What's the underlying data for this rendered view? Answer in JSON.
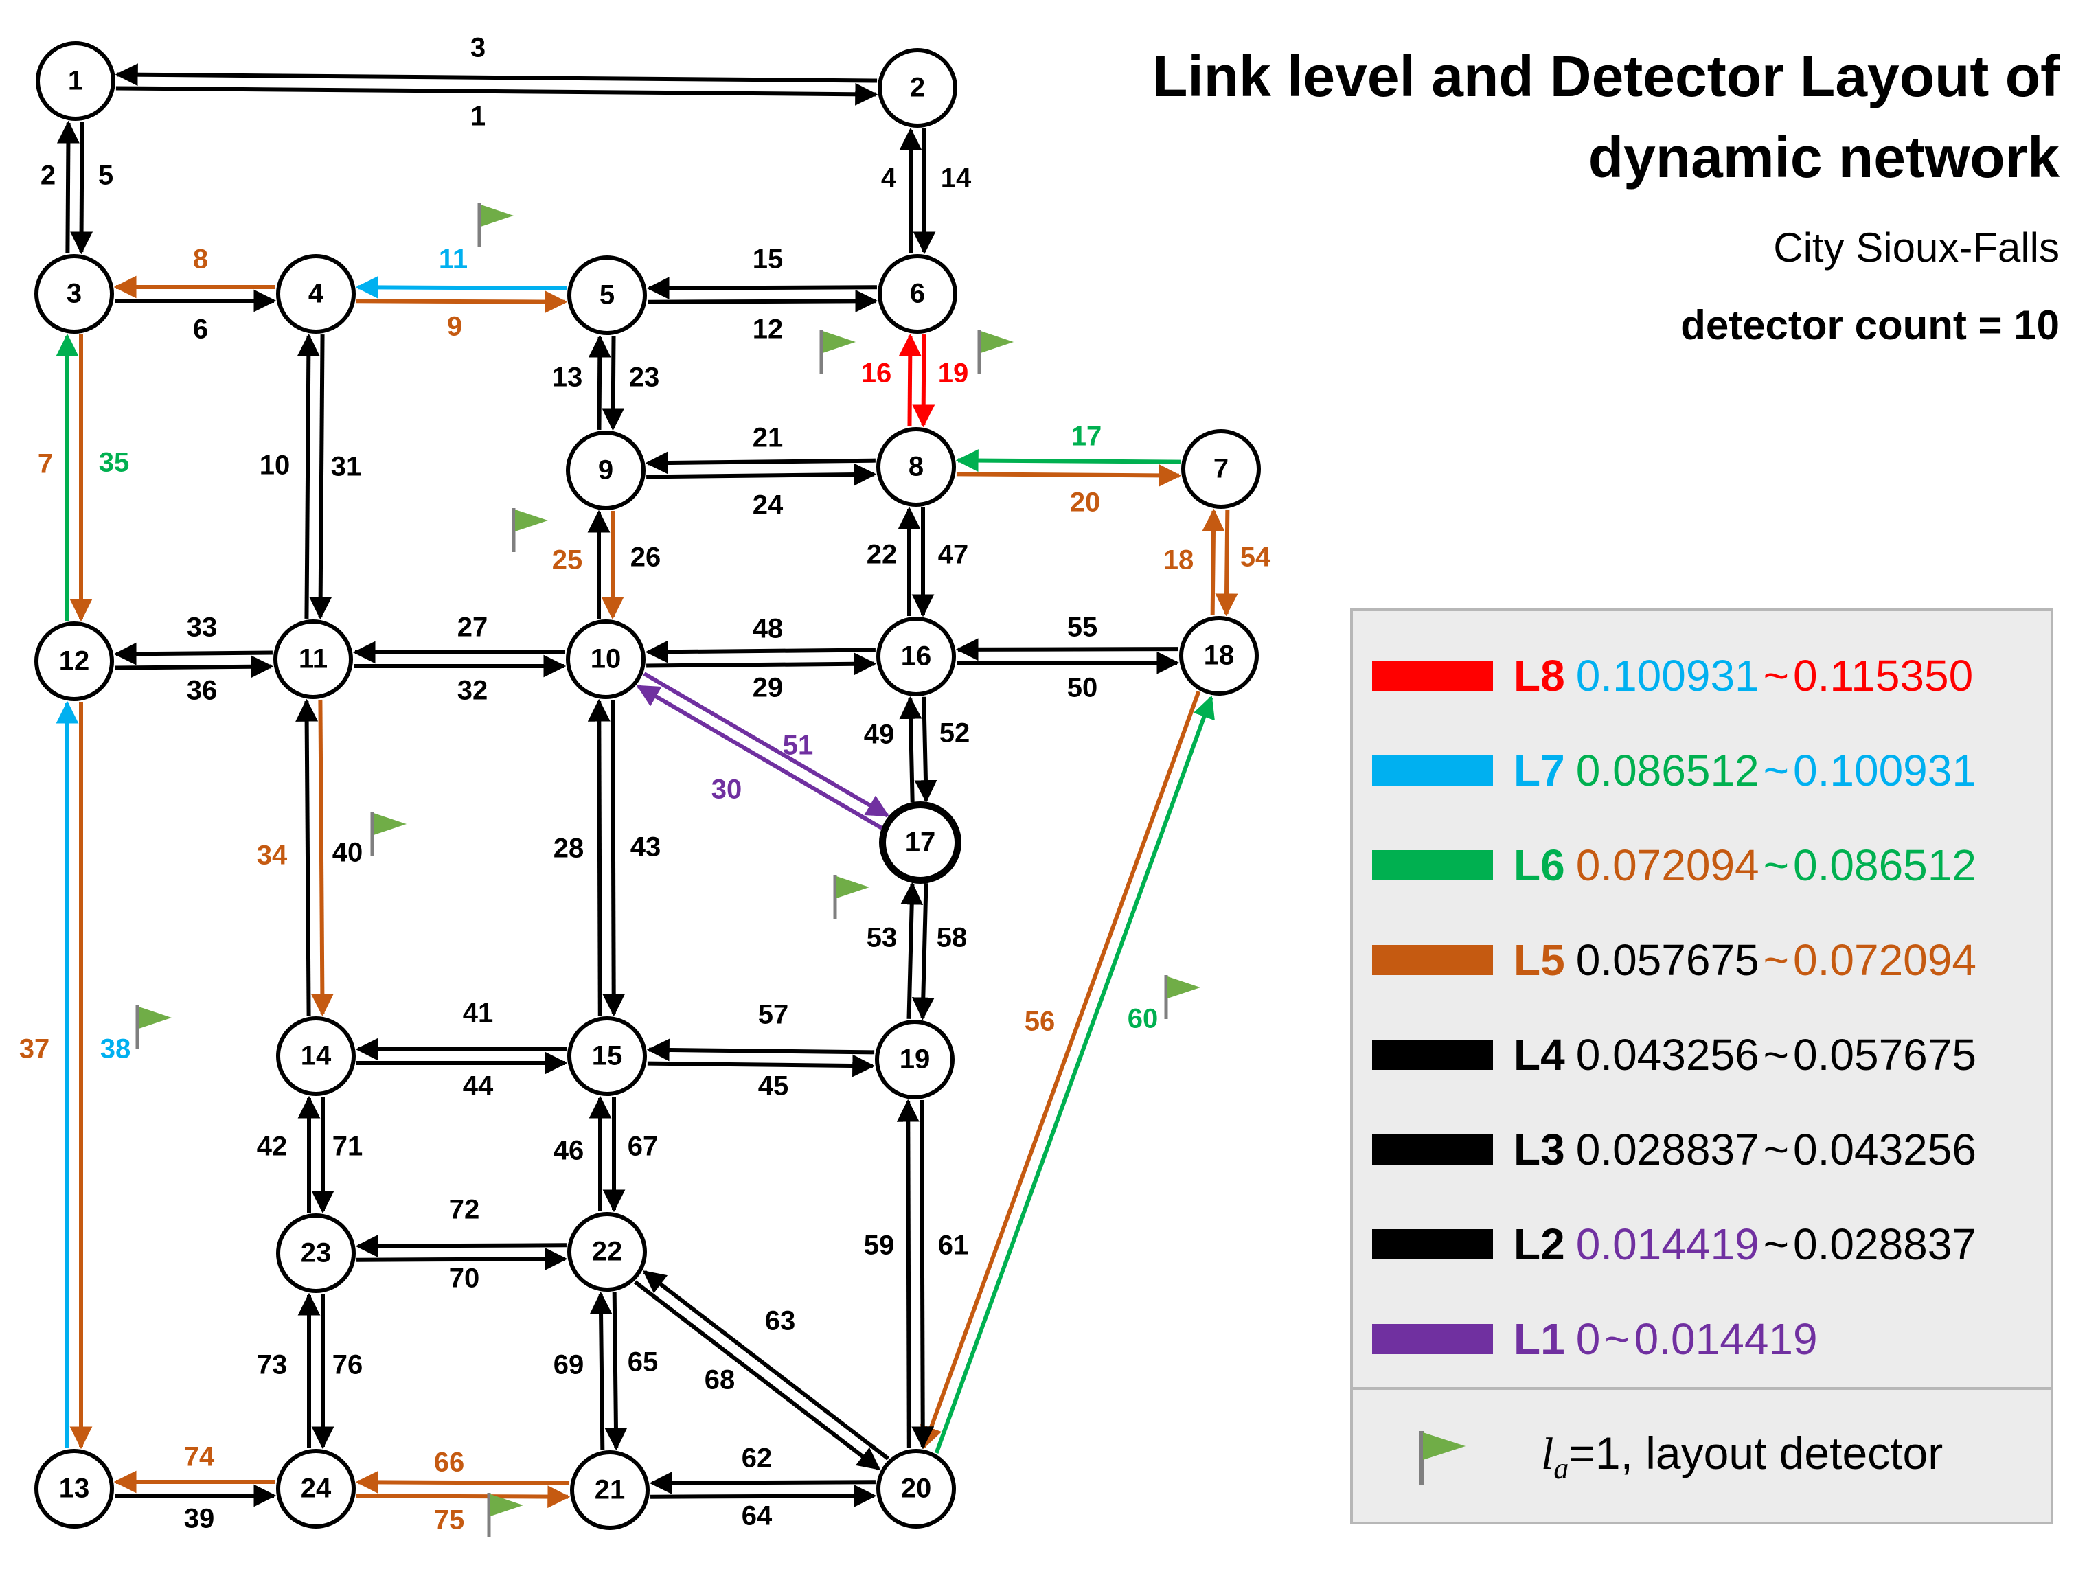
{
  "title_lines": [
    "Link level and Detector Layout of",
    "dynamic network"
  ],
  "subtitle": "City Sioux-Falls",
  "detector_count_text": "detector count = 10",
  "colors": {
    "L8": "#ff0000",
    "L7": "#00b0f0",
    "L6": "#00b050",
    "L5": "#c55a11",
    "L4": "#000000",
    "L3": "#000000",
    "L2": "#000000",
    "L1": "#7030a0",
    "flag": "#70ad47"
  },
  "legend": [
    {
      "level": "L8",
      "low": "0.100931",
      "low_level": "L7",
      "sep": "~",
      "sep_level": "L8",
      "high": "0.115350",
      "high_level": "L8"
    },
    {
      "level": "L7",
      "low": "0.086512",
      "low_level": "L6",
      "sep": "~",
      "sep_level": "L7",
      "high": "0.100931",
      "high_level": "L7"
    },
    {
      "level": "L6",
      "low": "0.072094",
      "low_level": "L5",
      "sep": "~",
      "sep_level": "L6",
      "high": "0.086512",
      "high_level": "L6"
    },
    {
      "level": "L5",
      "low": "0.057675",
      "low_level": "L4",
      "sep": "~",
      "sep_level": "L5",
      "high": "0.072094",
      "high_level": "L5"
    },
    {
      "level": "L4",
      "low": "0.043256",
      "low_level": "L3",
      "sep": "~",
      "sep_level": "L4",
      "high": "0.057675",
      "high_level": "L4"
    },
    {
      "level": "L3",
      "low": "0.028837",
      "low_level": "L2",
      "sep": "~",
      "sep_level": "L3",
      "high": "0.043256",
      "high_level": "L3"
    },
    {
      "level": "L2",
      "low": "0.014419",
      "low_level": "L1",
      "sep": "~",
      "sep_level": "L2",
      "high": "0.028837",
      "high_level": "L2"
    },
    {
      "level": "L1",
      "low": "0",
      "low_level": "L1",
      "sep": "~",
      "sep_level": "L1",
      "high": "0.014419",
      "high_level": "L1"
    }
  ],
  "detector_note": {
    "symbol": "l",
    "subscript": "a",
    "text": "=1, layout detector"
  },
  "nodes": [
    "1",
    "2",
    "3",
    "4",
    "5",
    "6",
    "7",
    "8",
    "9",
    "10",
    "11",
    "12",
    "13",
    "14",
    "15",
    "16",
    "17",
    "18",
    "19",
    "20",
    "21",
    "22",
    "23",
    "24"
  ],
  "links": [
    {
      "id": "1",
      "from": "1",
      "to": "2",
      "level": "L4",
      "detector": false
    },
    {
      "id": "2",
      "from": "1",
      "to": "3",
      "level": "L4",
      "detector": false
    },
    {
      "id": "3",
      "from": "2",
      "to": "1",
      "level": "L4",
      "detector": false
    },
    {
      "id": "4",
      "from": "2",
      "to": "6",
      "level": "L4",
      "detector": false
    },
    {
      "id": "5",
      "from": "3",
      "to": "1",
      "level": "L4",
      "detector": false
    },
    {
      "id": "6",
      "from": "3",
      "to": "4",
      "level": "L4",
      "detector": false
    },
    {
      "id": "7",
      "from": "3",
      "to": "12",
      "level": "L5",
      "detector": false
    },
    {
      "id": "8",
      "from": "4",
      "to": "3",
      "level": "L5",
      "detector": false
    },
    {
      "id": "9",
      "from": "4",
      "to": "5",
      "level": "L5",
      "detector": false
    },
    {
      "id": "10",
      "from": "4",
      "to": "11",
      "level": "L4",
      "detector": false
    },
    {
      "id": "11",
      "from": "5",
      "to": "4",
      "level": "L7",
      "detector": true
    },
    {
      "id": "12",
      "from": "5",
      "to": "6",
      "level": "L4",
      "detector": false
    },
    {
      "id": "13",
      "from": "5",
      "to": "9",
      "level": "L4",
      "detector": false
    },
    {
      "id": "14",
      "from": "6",
      "to": "2",
      "level": "L4",
      "detector": false
    },
    {
      "id": "15",
      "from": "6",
      "to": "5",
      "level": "L4",
      "detector": false
    },
    {
      "id": "16",
      "from": "6",
      "to": "8",
      "level": "L8",
      "detector": true
    },
    {
      "id": "17",
      "from": "7",
      "to": "8",
      "level": "L6",
      "detector": false
    },
    {
      "id": "18",
      "from": "7",
      "to": "18",
      "level": "L5",
      "detector": false
    },
    {
      "id": "19",
      "from": "8",
      "to": "6",
      "level": "L8",
      "detector": true
    },
    {
      "id": "20",
      "from": "8",
      "to": "7",
      "level": "L5",
      "detector": false
    },
    {
      "id": "21",
      "from": "8",
      "to": "9",
      "level": "L4",
      "detector": false
    },
    {
      "id": "22",
      "from": "8",
      "to": "16",
      "level": "L4",
      "detector": false
    },
    {
      "id": "23",
      "from": "9",
      "to": "5",
      "level": "L4",
      "detector": false
    },
    {
      "id": "24",
      "from": "9",
      "to": "8",
      "level": "L4",
      "detector": false
    },
    {
      "id": "25",
      "from": "9",
      "to": "10",
      "level": "L5",
      "detector": true
    },
    {
      "id": "26",
      "from": "10",
      "to": "9",
      "level": "L4",
      "detector": false
    },
    {
      "id": "27",
      "from": "10",
      "to": "11",
      "level": "L4",
      "detector": false
    },
    {
      "id": "28",
      "from": "10",
      "to": "15",
      "level": "L4",
      "detector": false
    },
    {
      "id": "29",
      "from": "10",
      "to": "16",
      "level": "L4",
      "detector": false
    },
    {
      "id": "30",
      "from": "10",
      "to": "17",
      "level": "L1",
      "detector": false
    },
    {
      "id": "31",
      "from": "11",
      "to": "4",
      "level": "L4",
      "detector": false
    },
    {
      "id": "32",
      "from": "11",
      "to": "10",
      "level": "L4",
      "detector": false
    },
    {
      "id": "33",
      "from": "11",
      "to": "12",
      "level": "L4",
      "detector": false
    },
    {
      "id": "34",
      "from": "11",
      "to": "14",
      "level": "L5",
      "detector": false
    },
    {
      "id": "35",
      "from": "12",
      "to": "3",
      "level": "L6",
      "detector": false
    },
    {
      "id": "36",
      "from": "12",
      "to": "11",
      "level": "L4",
      "detector": false
    },
    {
      "id": "37",
      "from": "12",
      "to": "13",
      "level": "L5",
      "detector": false
    },
    {
      "id": "38",
      "from": "13",
      "to": "12",
      "level": "L7",
      "detector": true
    },
    {
      "id": "39",
      "from": "13",
      "to": "24",
      "level": "L4",
      "detector": false
    },
    {
      "id": "40",
      "from": "14",
      "to": "11",
      "level": "L4",
      "detector": true
    },
    {
      "id": "41",
      "from": "14",
      "to": "15",
      "level": "L4",
      "detector": false
    },
    {
      "id": "42",
      "from": "14",
      "to": "23",
      "level": "L4",
      "detector": false
    },
    {
      "id": "43",
      "from": "15",
      "to": "10",
      "level": "L4",
      "detector": false
    },
    {
      "id": "44",
      "from": "15",
      "to": "14",
      "level": "L4",
      "detector": false
    },
    {
      "id": "45",
      "from": "15",
      "to": "19",
      "level": "L4",
      "detector": false
    },
    {
      "id": "46",
      "from": "15",
      "to": "22",
      "level": "L4",
      "detector": false
    },
    {
      "id": "47",
      "from": "16",
      "to": "8",
      "level": "L4",
      "detector": false
    },
    {
      "id": "48",
      "from": "16",
      "to": "10",
      "level": "L4",
      "detector": false
    },
    {
      "id": "49",
      "from": "16",
      "to": "17",
      "level": "L4",
      "detector": false
    },
    {
      "id": "50",
      "from": "16",
      "to": "18",
      "level": "L4",
      "detector": false
    },
    {
      "id": "51",
      "from": "17",
      "to": "10",
      "level": "L1",
      "detector": false
    },
    {
      "id": "52",
      "from": "17",
      "to": "16",
      "level": "L4",
      "detector": false
    },
    {
      "id": "53",
      "from": "17",
      "to": "19",
      "level": "L4",
      "detector": true
    },
    {
      "id": "54",
      "from": "18",
      "to": "7",
      "level": "L5",
      "detector": false
    },
    {
      "id": "55",
      "from": "18",
      "to": "16",
      "level": "L4",
      "detector": false
    },
    {
      "id": "56",
      "from": "18",
      "to": "20",
      "level": "L5",
      "detector": false
    },
    {
      "id": "57",
      "from": "19",
      "to": "15",
      "level": "L4",
      "detector": false
    },
    {
      "id": "58",
      "from": "19",
      "to": "17",
      "level": "L4",
      "detector": false
    },
    {
      "id": "59",
      "from": "19",
      "to": "20",
      "level": "L4",
      "detector": false
    },
    {
      "id": "60",
      "from": "20",
      "to": "18",
      "level": "L6",
      "detector": true
    },
    {
      "id": "61",
      "from": "20",
      "to": "19",
      "level": "L4",
      "detector": false
    },
    {
      "id": "62",
      "from": "20",
      "to": "21",
      "level": "L4",
      "detector": false
    },
    {
      "id": "63",
      "from": "20",
      "to": "22",
      "level": "L4",
      "detector": false
    },
    {
      "id": "64",
      "from": "21",
      "to": "20",
      "level": "L4",
      "detector": false
    },
    {
      "id": "65",
      "from": "21",
      "to": "22",
      "level": "L4",
      "detector": false
    },
    {
      "id": "66",
      "from": "21",
      "to": "24",
      "level": "L5",
      "detector": false
    },
    {
      "id": "67",
      "from": "22",
      "to": "15",
      "level": "L4",
      "detector": false
    },
    {
      "id": "68",
      "from": "22",
      "to": "20",
      "level": "L4",
      "detector": false
    },
    {
      "id": "69",
      "from": "22",
      "to": "21",
      "level": "L4",
      "detector": false
    },
    {
      "id": "70",
      "from": "22",
      "to": "23",
      "level": "L4",
      "detector": false
    },
    {
      "id": "71",
      "from": "23",
      "to": "14",
      "level": "L4",
      "detector": false
    },
    {
      "id": "72",
      "from": "23",
      "to": "22",
      "level": "L4",
      "detector": false
    },
    {
      "id": "73",
      "from": "23",
      "to": "24",
      "level": "L4",
      "detector": false
    },
    {
      "id": "74",
      "from": "24",
      "to": "13",
      "level": "L5",
      "detector": false
    },
    {
      "id": "75",
      "from": "24",
      "to": "21",
      "level": "L5",
      "detector": true
    },
    {
      "id": "76",
      "from": "24",
      "to": "23",
      "level": "L4",
      "detector": false
    }
  ]
}
